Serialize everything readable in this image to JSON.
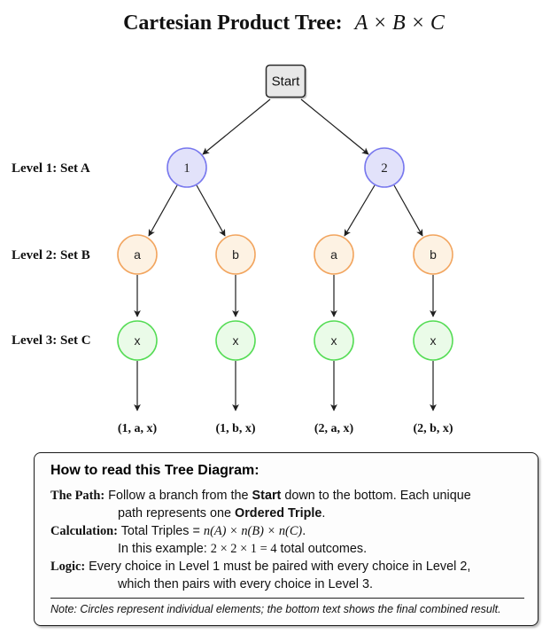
{
  "title": {
    "text": "Cartesian Product Tree:",
    "math": "A × B × C"
  },
  "tree": {
    "root_label": "Start",
    "row_labels": [
      "Level 1: Set A",
      "Level 2: Set B",
      "Level 3: Set C"
    ],
    "level1": [
      "1",
      "2"
    ],
    "level2": [
      "a",
      "b",
      "a",
      "b"
    ],
    "level3": [
      "x",
      "x",
      "x",
      "x"
    ],
    "leaves": [
      "(1, a, x)",
      "(1, b, x)",
      "(2, a, x)",
      "(2, b, x)"
    ],
    "colors": {
      "root_fill": "#E8E8E8",
      "root_stroke": "#2B2B2B",
      "level1_fill": "#E2E2FA",
      "level1_stroke": "#7878EE",
      "level2_fill": "#FDF2E3",
      "level2_stroke": "#F2A55F",
      "level3_fill": "#EAFBE8",
      "level3_stroke": "#55DC55",
      "edge": "#1F1F1F"
    }
  },
  "info_box": {
    "heading": "How to read this Tree Diagram:",
    "path_label": "The Path:",
    "path_t1": "Follow a branch from the",
    "path_b1": "Start",
    "path_t2": "down to the bottom.  Each unique",
    "path_t3": "path represents one",
    "path_b2": "Ordered Triple",
    "path_t4": ".",
    "calc_label": "Calculation:",
    "calc_t1": "Total Triples =",
    "calc_math": "n(A) × n(B) × n(C)",
    "calc_t2": ".",
    "calc_t3": "In this example:",
    "calc_math2": "2 × 2 × 1 = 4",
    "calc_t4": "total outcomes.",
    "logic_label": "Logic:",
    "logic_t1": "Every choice in Level 1 must be paired with every choice in Level 2,",
    "logic_t2": "which then pairs with every choice in Level 3.",
    "note_label": "Note:",
    "note_text": "Circles represent individual elements; the bottom text shows the final combined result."
  }
}
